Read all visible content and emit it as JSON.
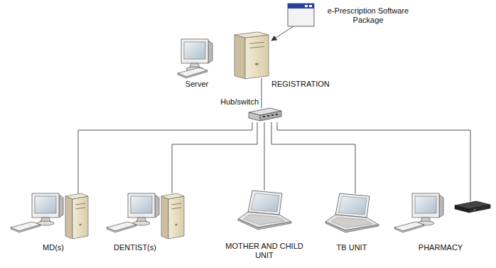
{
  "diagram": {
    "nodes": [
      {
        "text": [
          "e-Prescription Software Package"
        ]
      },
      {
        "text": [
          "Server",
          "REGISTRATION"
        ]
      },
      {
        "text": [
          "Hub/switch"
        ]
      },
      {
        "text": [
          "MD(s)"
        ]
      },
      {
        "text": [
          "DENTIST(s)"
        ]
      },
      {
        "text": [
          "MOTHER AND CHILD UNIT"
        ]
      },
      {
        "text": [
          "TB UNIT"
        ]
      },
      {
        "text": [
          "PHARMACY"
        ]
      }
    ],
    "edges": [
      {
        "from": 0,
        "to": 1,
        "arrow": "to"
      },
      {
        "from": 1,
        "to": 2,
        "arrow": "none"
      },
      {
        "from": 2,
        "to": 3,
        "arrow": "none"
      },
      {
        "from": 2,
        "to": 4,
        "arrow": "none"
      },
      {
        "from": 2,
        "to": 5,
        "arrow": "none"
      },
      {
        "from": 2,
        "to": 6,
        "arrow": "none"
      },
      {
        "from": 2,
        "to": 7,
        "arrow": "none"
      }
    ]
  }
}
